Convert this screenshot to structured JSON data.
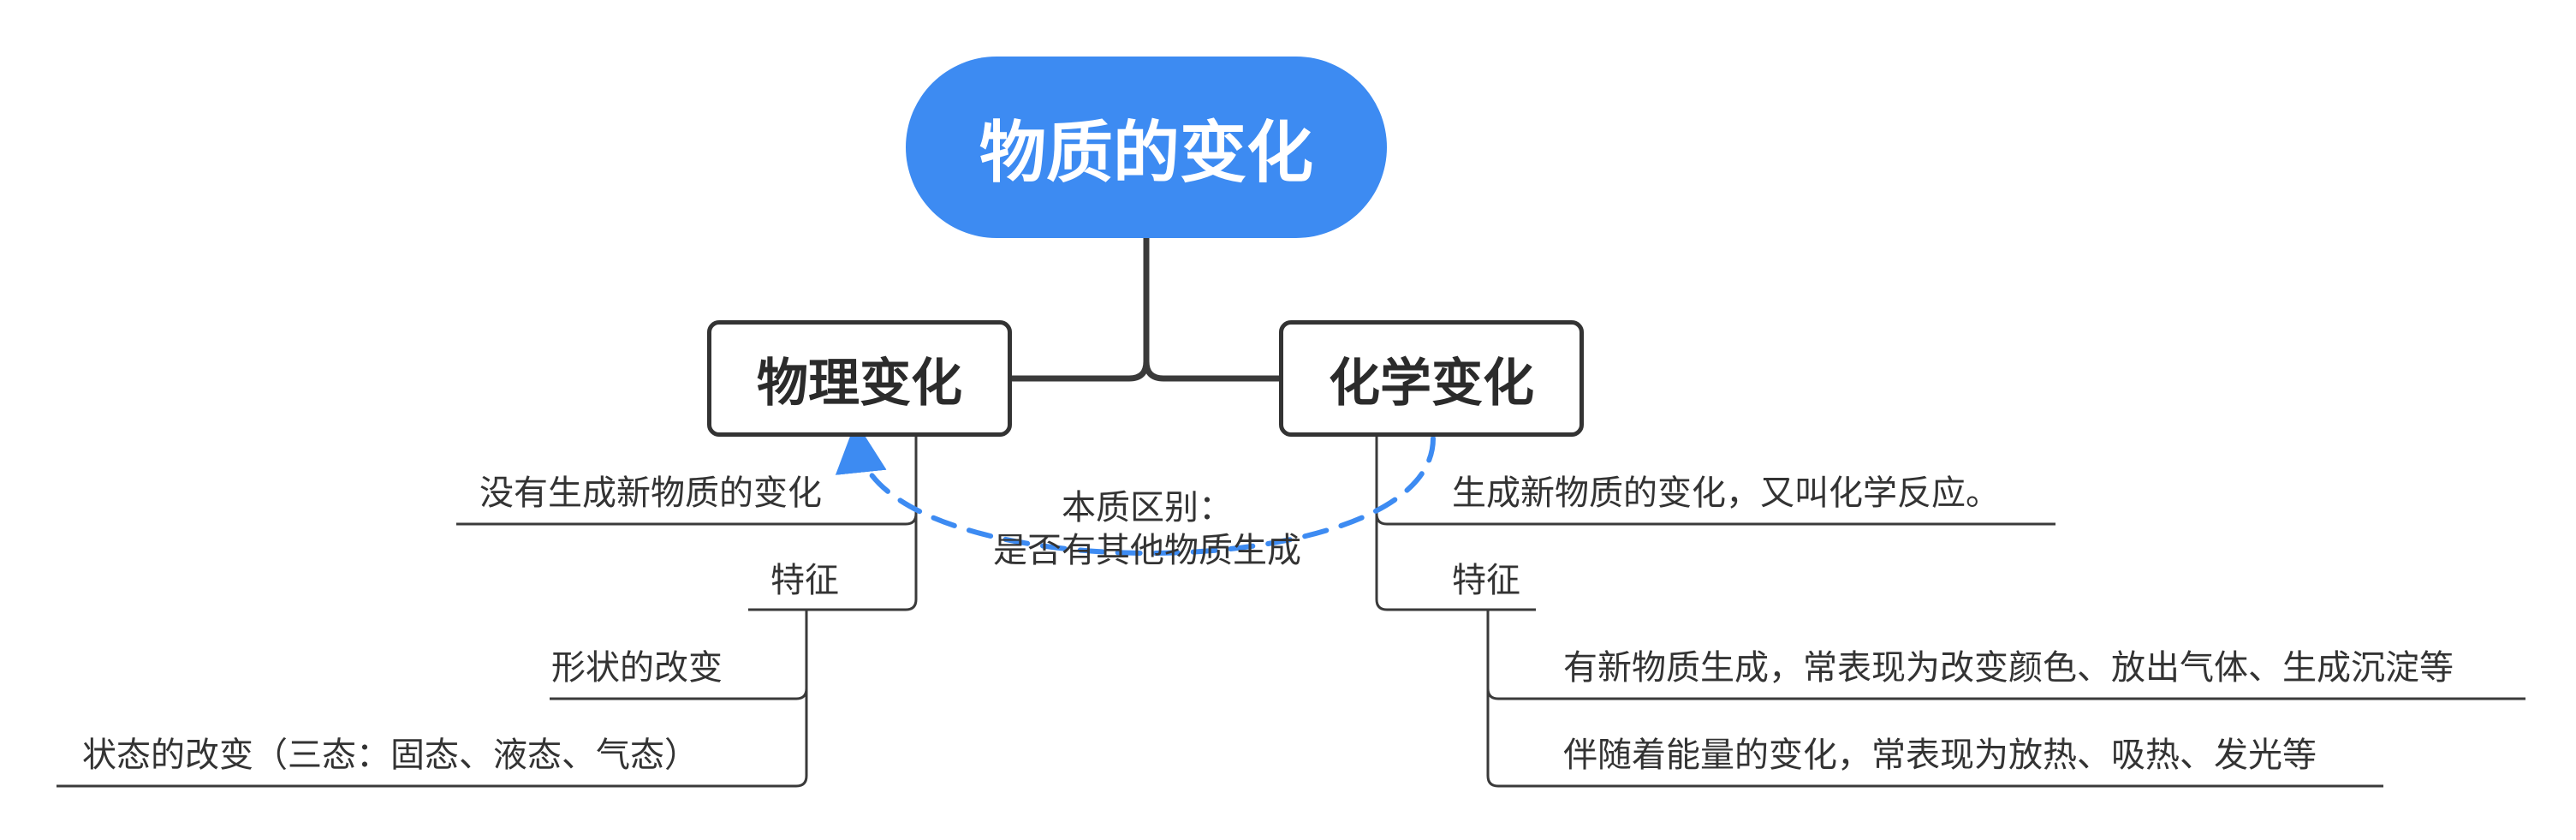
{
  "root": {
    "label": "物质的变化",
    "color": "#3d8bf2"
  },
  "physical": {
    "label": "物理变化",
    "definition": "没有生成新物质的变化",
    "feature_label": "特征",
    "features": [
      "形状的改变",
      "状态的改变（三态：固态、液态、气态）"
    ]
  },
  "chemical": {
    "label": "化学变化",
    "definition": "生成新物质的变化，又叫化学反应。",
    "feature_label": "特征",
    "features": [
      "有新物质生成，常表现为改变颜色、放出气体、生成沉淀等",
      "伴随着能量的变化，常表现为放热、吸热、发光等"
    ]
  },
  "relation": {
    "line1": "本质区别：",
    "line2": "是否有其他物质生成",
    "color": "#3d8bf2"
  },
  "colors": {
    "line": "#3a3a3a",
    "text": "#333333"
  }
}
